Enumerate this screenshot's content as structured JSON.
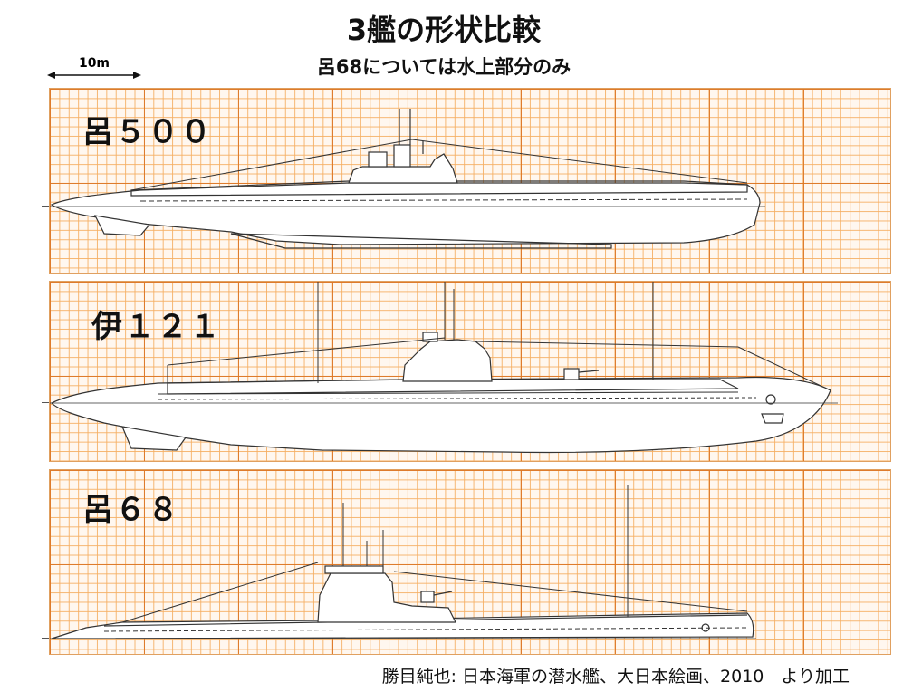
{
  "header": {
    "title": "3艦の形状比較",
    "subtitle": "呂68については水上部分のみ"
  },
  "scale_bar": {
    "label": "10m"
  },
  "panels": [
    {
      "label": "呂５００"
    },
    {
      "label": "伊１２１"
    },
    {
      "label": "呂６８"
    }
  ],
  "credit": "勝目純也: 日本海軍の潜水艦、大日本絵画、2010　より加工",
  "colors": {
    "grid_major": "#dc7828",
    "grid_minor": "#f5af64",
    "panel_bg": "#fff7ef",
    "line": "#333333"
  }
}
